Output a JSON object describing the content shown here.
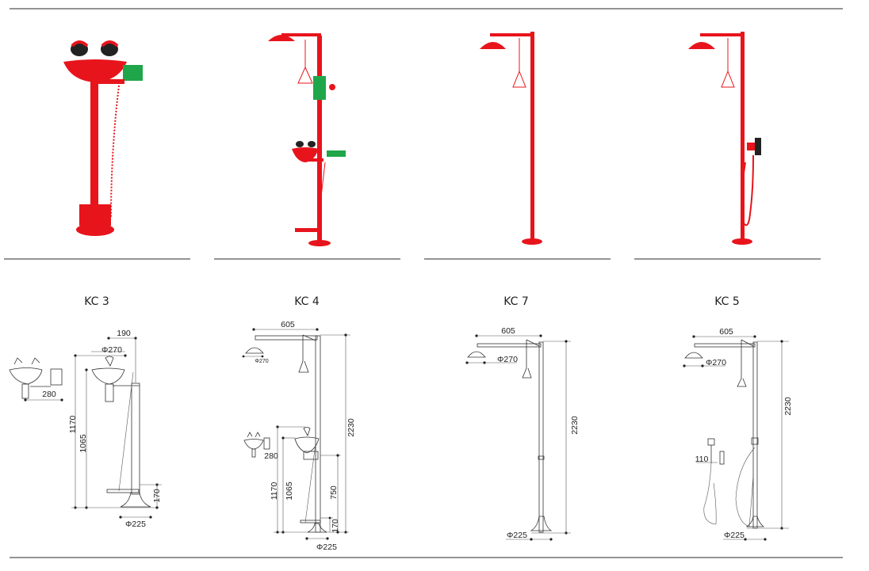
{
  "products": [
    {
      "model": "KC 3",
      "dims": {
        "top_offset": "190",
        "bowl_dia": "Φ270",
        "height_total": "1170",
        "height_bowl": "1065",
        "pedal_height": "170",
        "base_dia": "Φ225",
        "side_width": "280"
      }
    },
    {
      "model": "KC 4",
      "dims": {
        "arm_length": "605",
        "head_dia": "Φ270",
        "height_total": "2230",
        "side_width": "280",
        "height_bowl_top": "1170",
        "height_bowl": "1065",
        "valve_height": "750",
        "pedal_height": "170",
        "base_dia": "Φ225"
      }
    },
    {
      "model": "KC 7",
      "dims": {
        "arm_length": "605",
        "head_dia": "Φ270",
        "height_total": "2230",
        "base_dia": "Φ225"
      }
    },
    {
      "model": "KC 5",
      "dims": {
        "arm_length": "605",
        "head_dia": "Φ270",
        "height_total": "2230",
        "hand_spray": "110",
        "base_dia": "Φ225"
      }
    }
  ],
  "colors": {
    "product_red": "#e8141c",
    "sign_green": "#1fa64a"
  }
}
